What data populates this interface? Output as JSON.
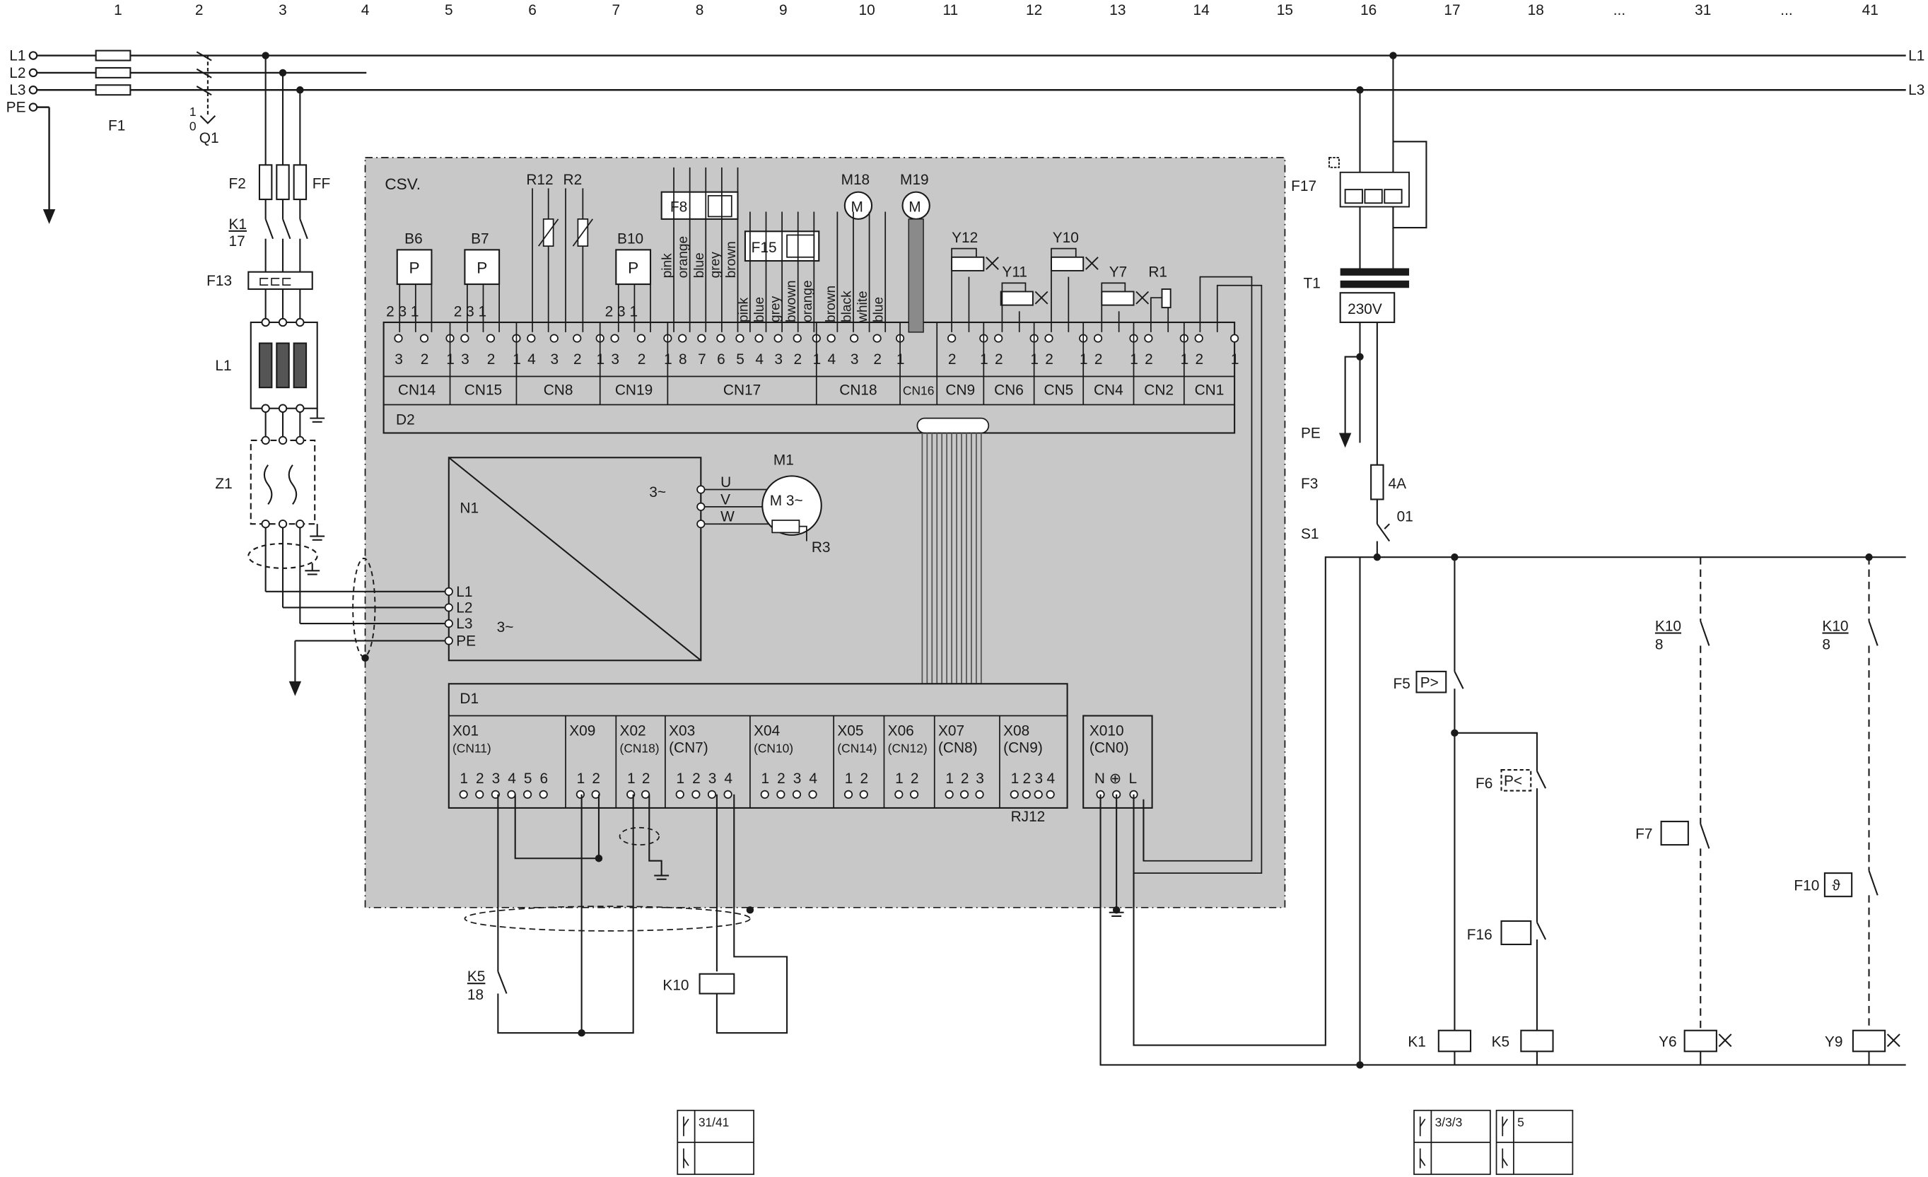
{
  "columns": [
    "1",
    "2",
    "3",
    "4",
    "5",
    "6",
    "7",
    "8",
    "9",
    "10",
    "11",
    "12",
    "13",
    "14",
    "15",
    "16",
    "17",
    "18",
    "...",
    "31",
    "...",
    "41"
  ],
  "mains": {
    "left": [
      "L1",
      "L2",
      "L3",
      "PE"
    ],
    "right": [
      "L1",
      "L3"
    ]
  },
  "labels": {
    "f1": "F1",
    "q1": "Q1",
    "q1_on": "1",
    "q1_off": "0",
    "f2": "F2",
    "ff": "FF",
    "k1": "K1",
    "k1_ref": "17",
    "f13": "F13",
    "l1": "L1",
    "z1": "Z1",
    "csv": "CSV.",
    "d2": "D2",
    "d1": "D1",
    "n1": "N1",
    "three_phase": "3~",
    "m1": "M1",
    "m1_motor": "M 3~",
    "r3": "R3",
    "uvw": [
      "U",
      "V",
      "W"
    ],
    "n1_terms": [
      "L1",
      "L2",
      "L3",
      "PE"
    ],
    "f17": "F17",
    "t1": "T1",
    "t1_v": "230V",
    "pe": "PE",
    "f3": "F3",
    "fuse_4a": "4A",
    "s1": "S1",
    "s1_contact": "01",
    "rj12": "RJ12",
    "k5": "K5",
    "k5_ref": "18",
    "k10": "K10",
    "k10_ref": "8"
  },
  "sensors": {
    "b6": "B6",
    "b7": "B7",
    "b10": "B10",
    "p": "P",
    "r12": "R12",
    "r2": "R2",
    "f8": "F8",
    "f15": "F15",
    "m18": "M18",
    "m19": "M19",
    "m": "M",
    "y12": "Y12",
    "y11": "Y11",
    "y10": "Y10",
    "y7": "Y7",
    "r1": "R1"
  },
  "pin_sequences": {
    "cn14_top": "2 3 1",
    "cn15_top": "2 3 1",
    "cn19_top": "2 3 1"
  },
  "d2_connectors": [
    {
      "name": "CN14",
      "pins": "3 2 1"
    },
    {
      "name": "CN15",
      "pins": "3 2 1"
    },
    {
      "name": "CN8",
      "pins": "4 3 2 1"
    },
    {
      "name": "CN19",
      "pins": "3 2 1"
    },
    {
      "name": "CN17",
      "pins": "8 7 6 5 4 3 2 1"
    },
    {
      "name": "CN18",
      "pins": "4 3 2 1"
    },
    {
      "name": "CN16",
      "pins": ""
    },
    {
      "name": "CN9",
      "pins": "2 1"
    },
    {
      "name": "CN6",
      "pins": "2 1"
    },
    {
      "name": "CN5",
      "pins": "2 1"
    },
    {
      "name": "CN4",
      "pins": "2 1"
    },
    {
      "name": "CN2",
      "pins": "2 1"
    },
    {
      "name": "CN1",
      "pins": "2 1"
    }
  ],
  "wire_colors": {
    "f8": [
      "pink",
      "orange",
      "blue",
      "grey",
      "brown"
    ],
    "f15": [
      "pink",
      "blue",
      "grey",
      "bwown",
      "orange"
    ],
    "m18": [
      "brown",
      "black",
      "white",
      "blue"
    ]
  },
  "d1_connectors": [
    {
      "name": "X01",
      "sub": "(CN11)",
      "pins": "1 2 3 4 5 6"
    },
    {
      "name": "X09",
      "sub": "",
      "pins": "1 2"
    },
    {
      "name": "X02",
      "sub": "(CN18)",
      "pins": "1 2"
    },
    {
      "name": "X03",
      "sub": "(CN7)",
      "pins": "1 2 3 4"
    },
    {
      "name": "X04",
      "sub": "(CN10)",
      "pins": "1 2 3 4"
    },
    {
      "name": "X05",
      "sub": "(CN14)",
      "pins": "1 2"
    },
    {
      "name": "X06",
      "sub": "(CN12)",
      "pins": "1 2"
    },
    {
      "name": "X07",
      "sub": "(CN8)",
      "pins": "1 2 3"
    },
    {
      "name": "X08",
      "sub": "(CN9)",
      "pins": "1234"
    }
  ],
  "x010": {
    "name": "X010",
    "sub": "(CN0)",
    "pins": [
      "N",
      "⊕",
      "L"
    ]
  },
  "control": {
    "f5": "F5",
    "f5_sym": "P>",
    "f6": "F6",
    "f6_sym": "P<",
    "f7": "F7",
    "f16": "F16",
    "f10": "F10",
    "f10_sym": "ϑ",
    "coils": [
      "K1",
      "K5",
      "Y6",
      "Y9"
    ]
  },
  "contact_tables": {
    "t1": "31/41",
    "t2": "3/3/3",
    "t3": "5"
  },
  "colors": {
    "panel": "#c8c8c8",
    "line": "#1a1a1a",
    "background": "#ffffff"
  }
}
